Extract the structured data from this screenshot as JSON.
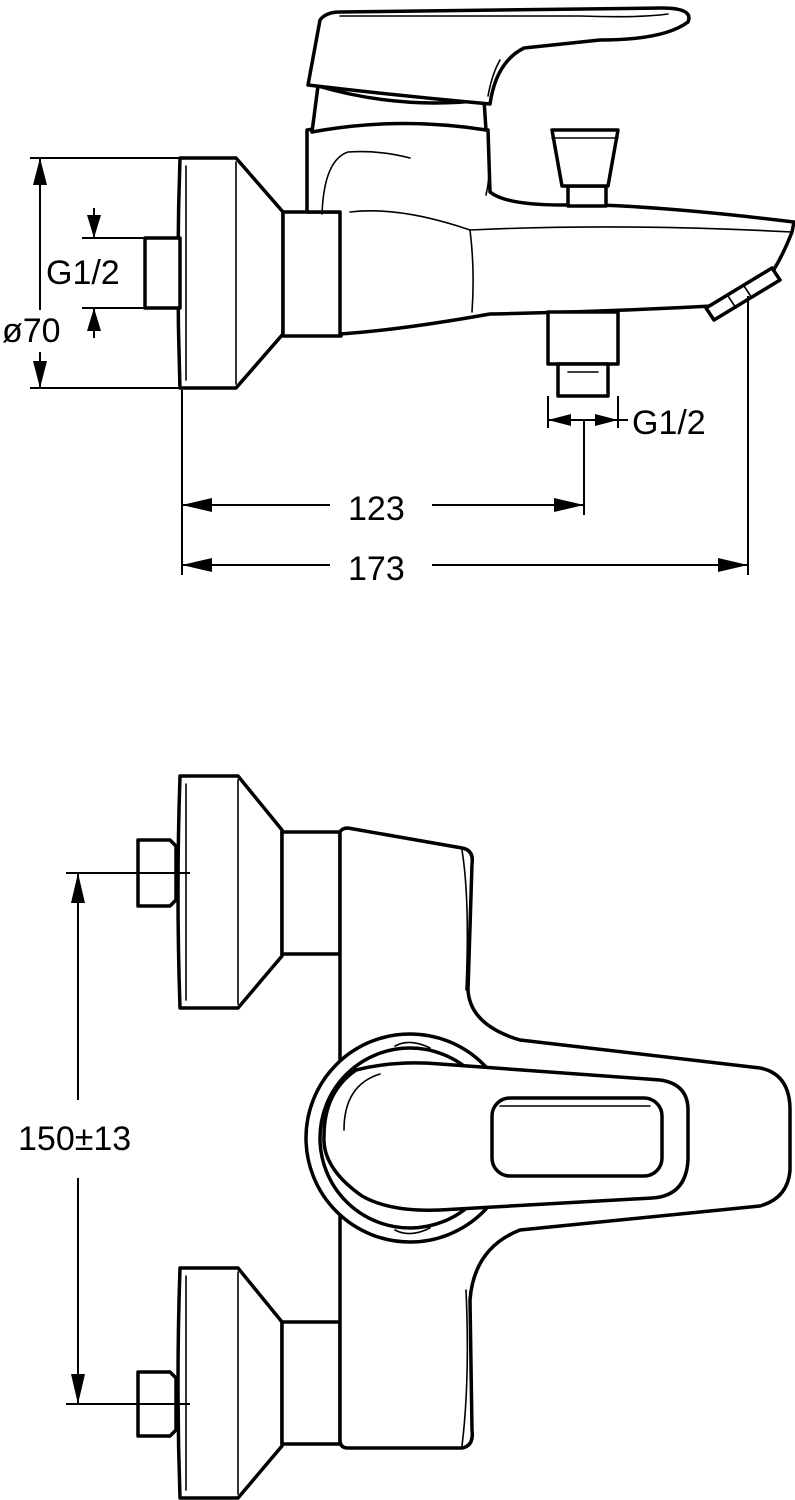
{
  "labels": {
    "inlet_thread": "G1/2",
    "flange_diameter": "ø70",
    "outlet_thread": "G1/2",
    "dim_wall_to_outlet": "123",
    "dim_total_projection": "173",
    "dim_inlet_centres": "150±13"
  }
}
